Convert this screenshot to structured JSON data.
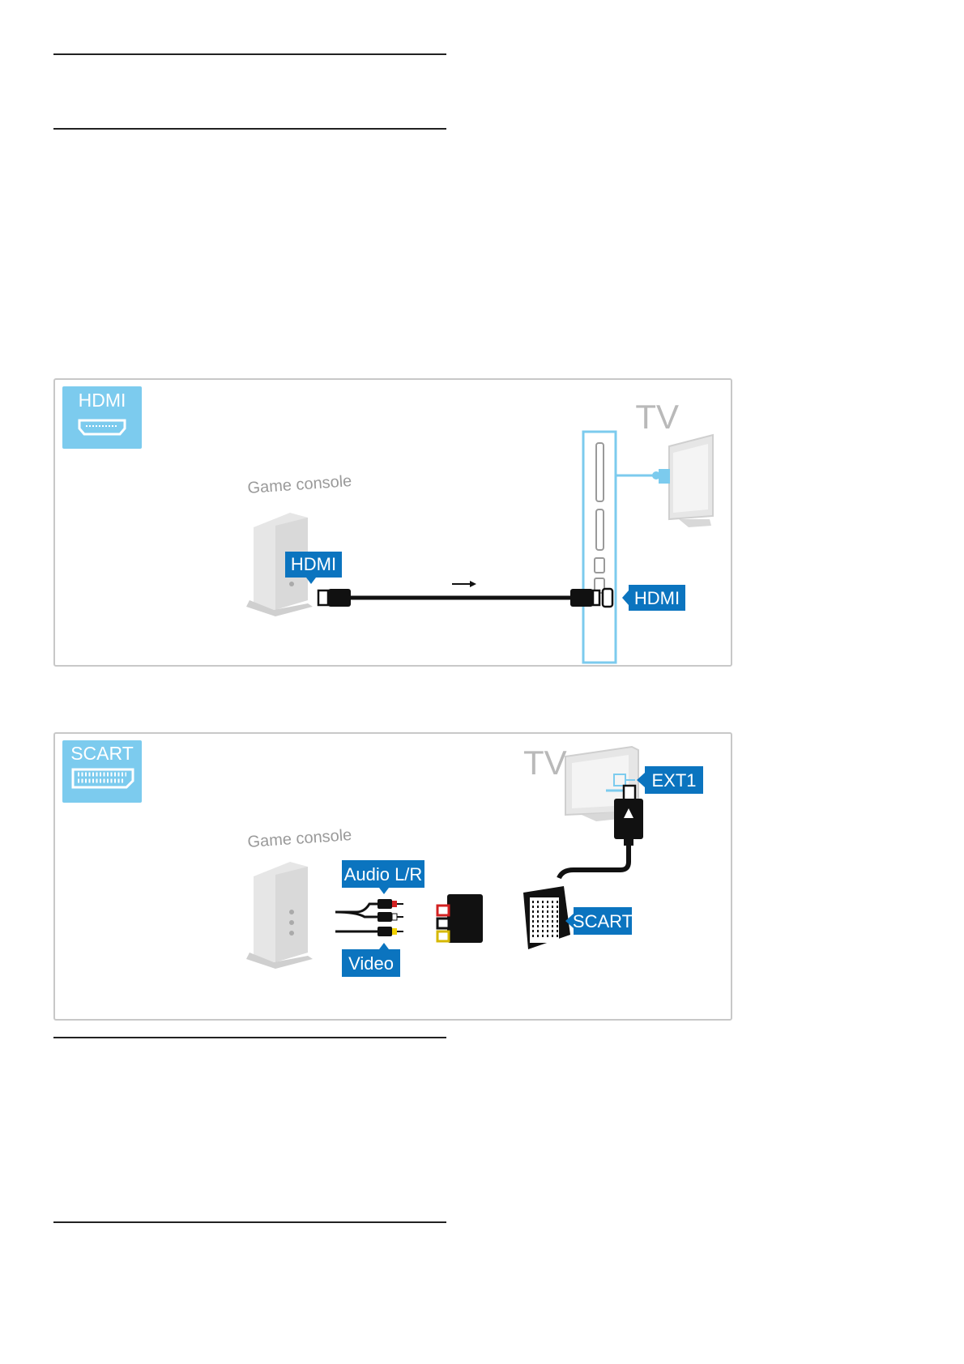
{
  "colors": {
    "accent": "#0b74bf",
    "accent_light": "#7ccbee",
    "device_gray": "#e6e6e6",
    "cable": "#111111",
    "red": "#d22020",
    "yellow": "#f2d200",
    "border": "#c8c8c8",
    "rule": "#222222"
  },
  "hdmi_diagram": {
    "badge": "HDMI",
    "badge_icon": "hdmi-connector-icon",
    "tv_label": "TV",
    "device_label": "Game console",
    "device_port_tag": "HDMI",
    "tv_port_tag": "HDMI"
  },
  "scart_diagram": {
    "badge": "SCART",
    "badge_icon": "scart-connector-icon",
    "tv_label": "TV",
    "device_label": "Game console",
    "audio_tag": "Audio L/R",
    "video_tag": "Video",
    "scart_tag": "SCART",
    "ext_tag": "EXT1"
  }
}
